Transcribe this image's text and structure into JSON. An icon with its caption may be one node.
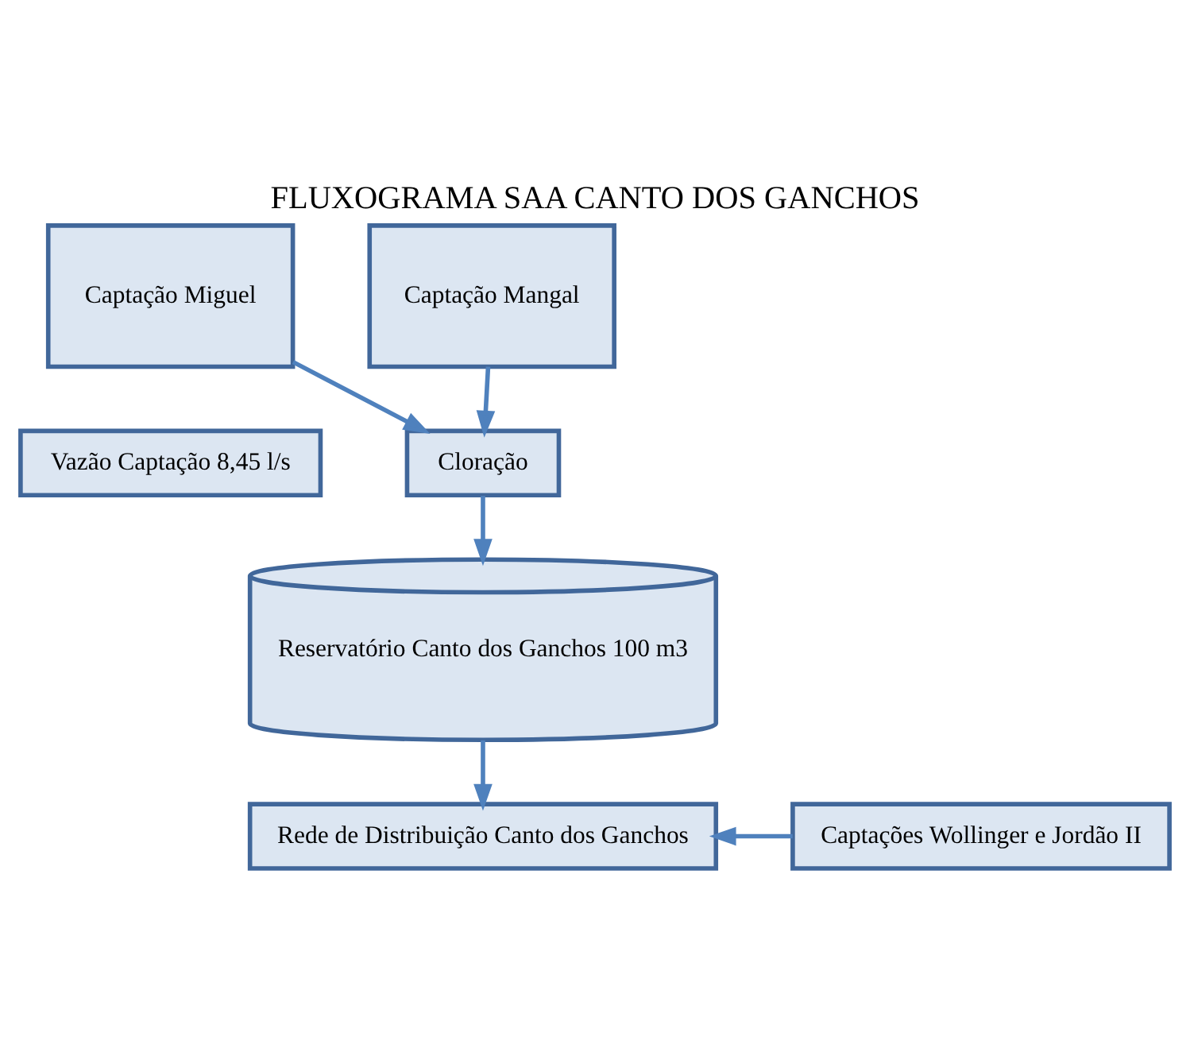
{
  "diagram": {
    "title": "FLUXOGRAMA SAA CANTO DOS GANCHOS",
    "nodes": [
      {
        "text": [
          "Captação Miguel"
        ]
      },
      {
        "text": [
          "Captação Mangal"
        ]
      },
      {
        "text": [
          "Vazão Captação 8,45 l/s"
        ]
      },
      {
        "text": [
          "Cloração"
        ]
      },
      {
        "text": [
          "Reservatório Canto dos Ganchos 100 m3"
        ]
      },
      {
        "text": [
          "Rede de Distribuição Canto dos Ganchos"
        ]
      },
      {
        "text": [
          "Captações Wollinger e Jordão II"
        ]
      }
    ],
    "edges": [
      {
        "from": 0,
        "to": 3,
        "arrow": "to"
      },
      {
        "from": 1,
        "to": 3,
        "arrow": "to"
      },
      {
        "from": 3,
        "to": 4,
        "arrow": "to"
      },
      {
        "from": 4,
        "to": 5,
        "arrow": "to"
      },
      {
        "from": 6,
        "to": 5,
        "arrow": "to"
      }
    ]
  }
}
